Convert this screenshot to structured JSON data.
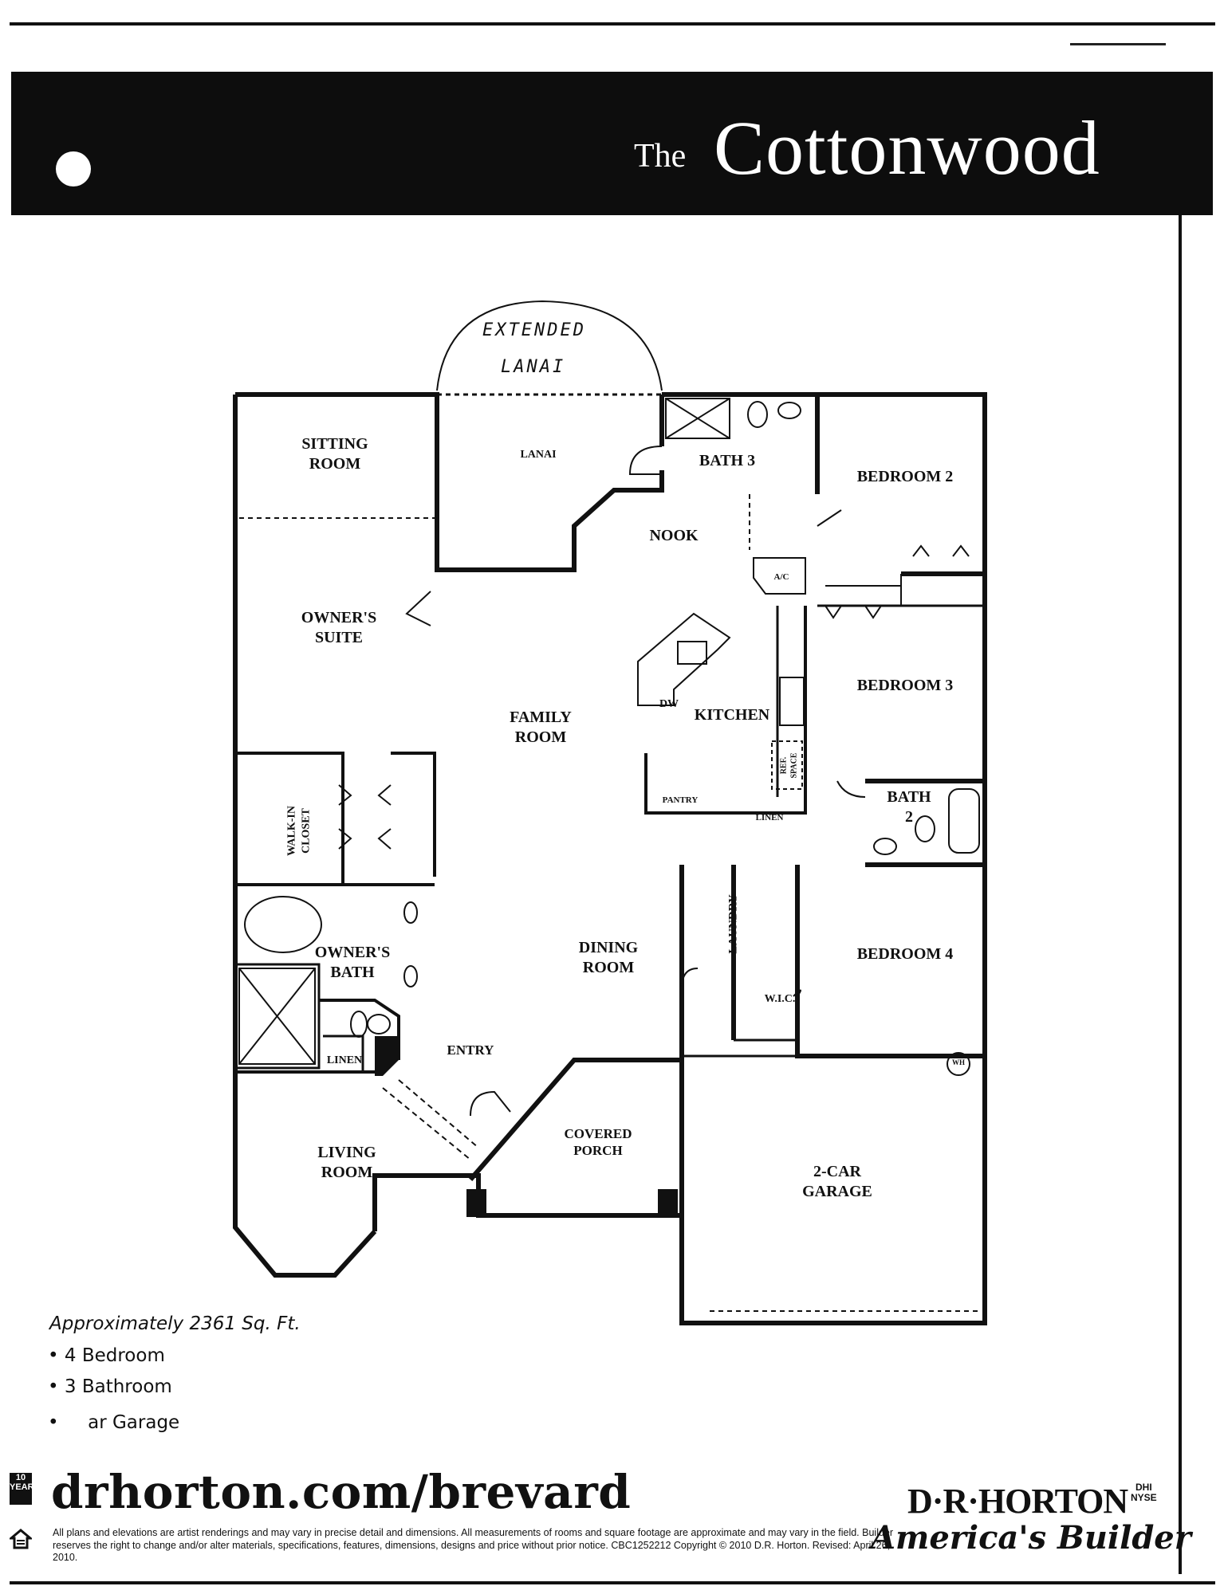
{
  "header": {
    "title_prefix": "The",
    "title": "Cottonwood"
  },
  "handwritten_note": {
    "line1": "EXTENDED",
    "line2": "LANAI"
  },
  "rooms": {
    "sitting_room": "SITTING\nROOM",
    "owners_suite": "OWNER'S\nSUITE",
    "walk_in_closet": "WALK-IN\nCLOSET",
    "owners_bath": "OWNER'S\nBATH",
    "linen_owner": "LINEN",
    "living_room": "LIVING\nROOM",
    "lanai": "LANAI",
    "family_room": "FAMILY\nROOM",
    "nook": "NOOK",
    "kitchen": "KITCHEN",
    "dw": "DW",
    "pantry": "PANTRY",
    "linen_hall": "LINEN",
    "ref_space": "REF.\nSPACE",
    "ac": "A/C",
    "bath3": "BATH 3",
    "bedroom2": "BEDROOM 2",
    "bedroom3": "BEDROOM 3",
    "bath2": "BATH\n2",
    "dining_room": "DINING\nROOM",
    "entry": "ENTRY",
    "covered_porch": "COVERED\nPORCH",
    "laundry": "LAUNDRY",
    "bedroom4": "BEDROOM 4",
    "wic": "W.I.C.",
    "garage": "2-CAR\nGARAGE",
    "wh": "WH"
  },
  "specs": {
    "area": "Approximately 2361 Sq. Ft.",
    "items": [
      "• 4 Bedroom",
      "• 3 Bathroom",
      "•     ar Garage"
    ]
  },
  "footer": {
    "url": "drhorton.com/brevard",
    "legal": "All plans and elevations are artist renderings and may vary in precise detail and dimensions. All measurements of rooms and square footage are approximate and may vary in the field. Builder reserves the right to change and/or alter materials, specifications, features, dimensions, designs and price without prior notice. CBC1252212 Copyright © 2010 D.R. Horton. Revised: April 26, 2010.",
    "badge": "10\nYEAR",
    "logo_brand": "D·R·HORTON",
    "logo_ticker": "DHI\nNYSE",
    "logo_tagline": "America's Builder"
  }
}
